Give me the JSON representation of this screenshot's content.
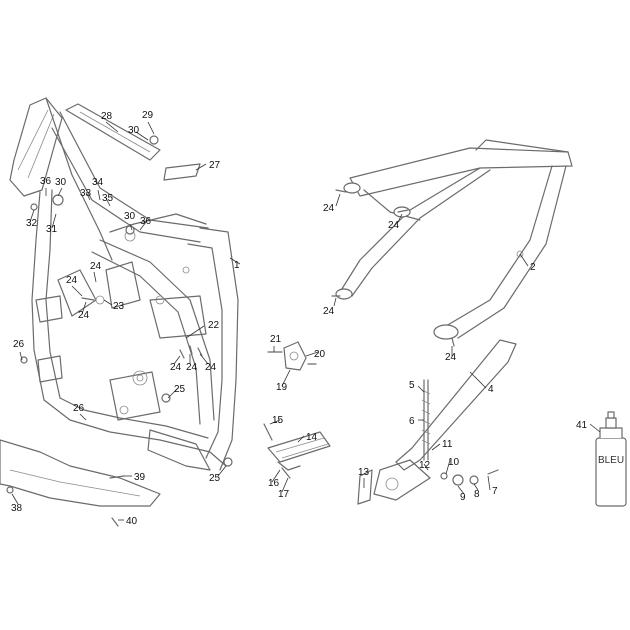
{
  "parts": [
    {
      "num": "1"
    },
    {
      "num": "2"
    },
    {
      "num": "4"
    },
    {
      "num": "5"
    },
    {
      "num": "6"
    },
    {
      "num": "7"
    },
    {
      "num": "8"
    },
    {
      "num": "9"
    },
    {
      "num": "10"
    },
    {
      "num": "11"
    },
    {
      "num": "12"
    },
    {
      "num": "13"
    },
    {
      "num": "14"
    },
    {
      "num": "15"
    },
    {
      "num": "16"
    },
    {
      "num": "17"
    },
    {
      "num": "19"
    },
    {
      "num": "20"
    },
    {
      "num": "21"
    },
    {
      "num": "22"
    },
    {
      "num": "23"
    },
    {
      "num": "24"
    },
    {
      "num": "25"
    },
    {
      "num": "26"
    },
    {
      "num": "27"
    },
    {
      "num": "28"
    },
    {
      "num": "29"
    },
    {
      "num": "30"
    },
    {
      "num": "31"
    },
    {
      "num": "32"
    },
    {
      "num": "33"
    },
    {
      "num": "34"
    },
    {
      "num": "35"
    },
    {
      "num": "36"
    },
    {
      "num": "38"
    },
    {
      "num": "39"
    },
    {
      "num": "40"
    },
    {
      "num": "41"
    }
  ],
  "paint_can": {
    "label": "BLEU"
  },
  "colors": {
    "line": "#6b6b6b",
    "label": "#111111",
    "background": "#ffffff"
  }
}
